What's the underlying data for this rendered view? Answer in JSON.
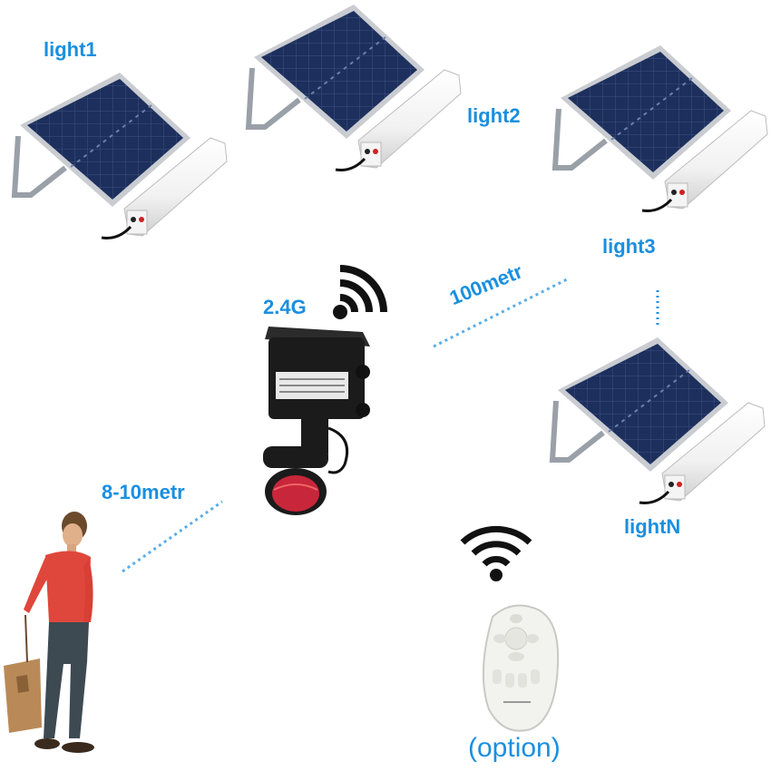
{
  "labels": {
    "light1": "light1",
    "light2": "light2",
    "light3": "light3",
    "lightN": "lightN",
    "freq": "2.4G",
    "range_lights": "100metr",
    "range_person": "8-10metr",
    "remote_caption": "(option)"
  },
  "colors": {
    "label": "#1a8fe0",
    "dotted_line": "#5aaee8",
    "panel_cell": "#1d2f5c",
    "panel_frame": "#c9ccd1",
    "sensor_body": "#1b1b1b",
    "sensor_lens": "#c8263a",
    "shirt": "#e0473c",
    "remote": "#f2f2ee"
  },
  "icons": [
    "solar-panel-icon",
    "led-tube-icon",
    "wifi-signal-icon",
    "motion-sensor-icon",
    "remote-control-icon",
    "person-icon"
  ]
}
